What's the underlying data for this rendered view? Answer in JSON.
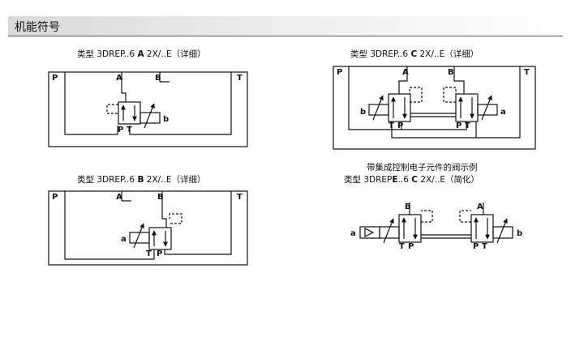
{
  "section": {
    "title": "机能符号"
  },
  "captions": {
    "a_pre": "类型 3DREP..6 ",
    "a_mid": "A",
    "a_post": " 2X/..E（详细）",
    "b_pre": "类型 3DREP..6 ",
    "b_mid": "B",
    "b_post": " 2X/..E（详细）",
    "c_pre": "类型 3DREP..6 ",
    "c_mid": "C",
    "c_post": " 2X/..E（详细）",
    "integrated_title": "带集成控制电子元件的阀示例",
    "e_pre": "类型 3DREP",
    "e_mid1": "E",
    "e_mid2": "..6 ",
    "e_mid3": "C",
    "e_post": " 2X/..E（简化）"
  },
  "ports": {
    "p": "P",
    "a": "A",
    "b": "B",
    "t": "T",
    "sol_a": "a",
    "sol_b": "b"
  }
}
